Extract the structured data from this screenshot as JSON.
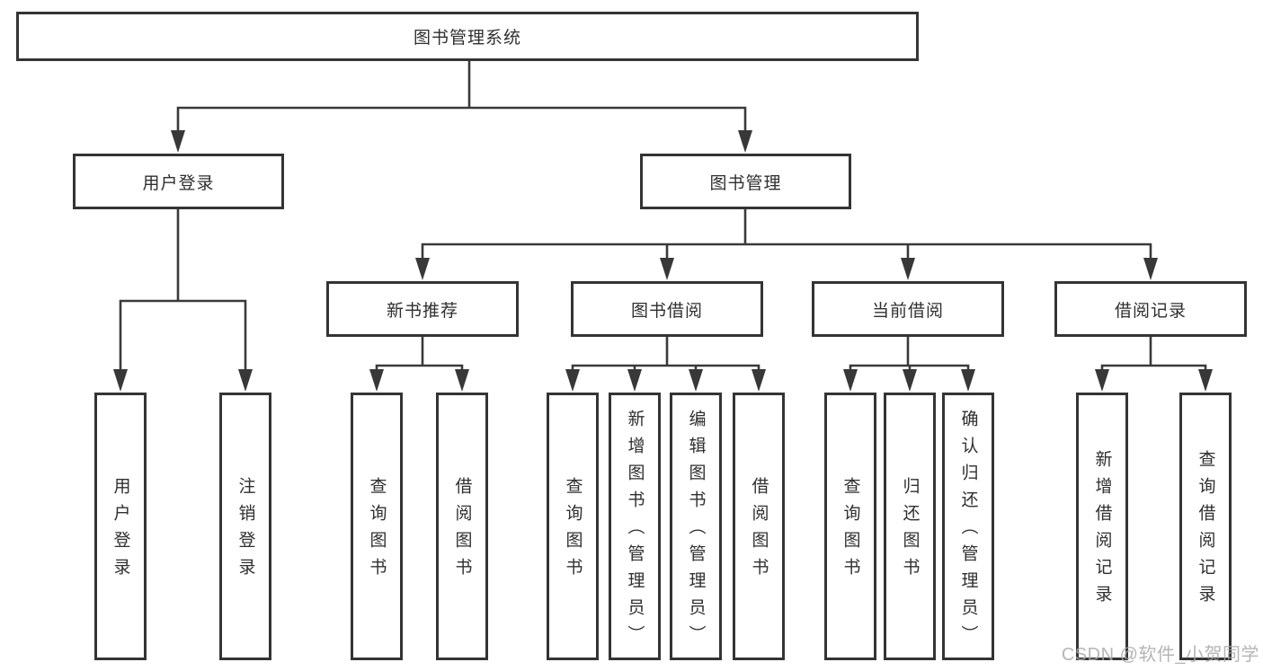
{
  "colors": {
    "line": "#3a3a3a",
    "box_border": "#343434",
    "text": "#2f2f2f",
    "background": "#ffffff",
    "watermark": "#a8a8a8"
  },
  "watermark": {
    "text": "CSDN @软件_小贺同学"
  },
  "tree": {
    "label": "图书管理系统",
    "children": [
      {
        "label": "用户登录",
        "children": [
          {
            "label": "用户登录"
          },
          {
            "label": "注销登录"
          }
        ]
      },
      {
        "label": "图书管理",
        "children": [
          {
            "label": "新书推荐",
            "children": [
              {
                "label": "查询图书"
              },
              {
                "label": "借阅图书"
              }
            ]
          },
          {
            "label": "图书借阅",
            "children": [
              {
                "label": "查询图书"
              },
              {
                "label": "新增图书（管理员）"
              },
              {
                "label": "编辑图书（管理员）"
              },
              {
                "label": "借阅图书"
              }
            ]
          },
          {
            "label": "当前借阅",
            "children": [
              {
                "label": "查询图书"
              },
              {
                "label": "归还图书"
              },
              {
                "label": "确认归还（管理员）"
              }
            ]
          },
          {
            "label": "借阅记录",
            "children": [
              {
                "label": "新增借阅记录"
              },
              {
                "label": "查询借阅记录"
              }
            ]
          }
        ]
      }
    ]
  }
}
